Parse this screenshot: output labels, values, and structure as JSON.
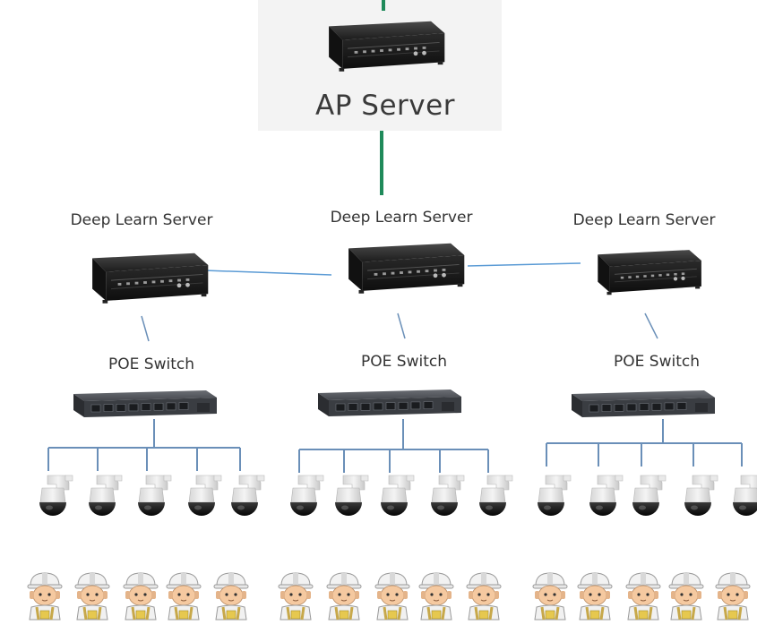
{
  "ap_server": {
    "label": "AP Server"
  },
  "colors": {
    "trunk": "#1f8a5a",
    "link": "#5b9bd5",
    "branch": "#6a8fb8",
    "server_body": "#1a1a1a",
    "switch_body": "#3c3f45"
  },
  "groups": [
    {
      "server_label": "Deep Learn Server",
      "switch_label": "POE Switch",
      "camera_count": 5,
      "worker_count": 5
    },
    {
      "server_label": "Deep Learn Server",
      "switch_label": "POE Switch",
      "camera_count": 5,
      "worker_count": 5
    },
    {
      "server_label": "Deep Learn Server",
      "switch_label": "POE Switch",
      "camera_count": 5,
      "worker_count": 5
    }
  ]
}
